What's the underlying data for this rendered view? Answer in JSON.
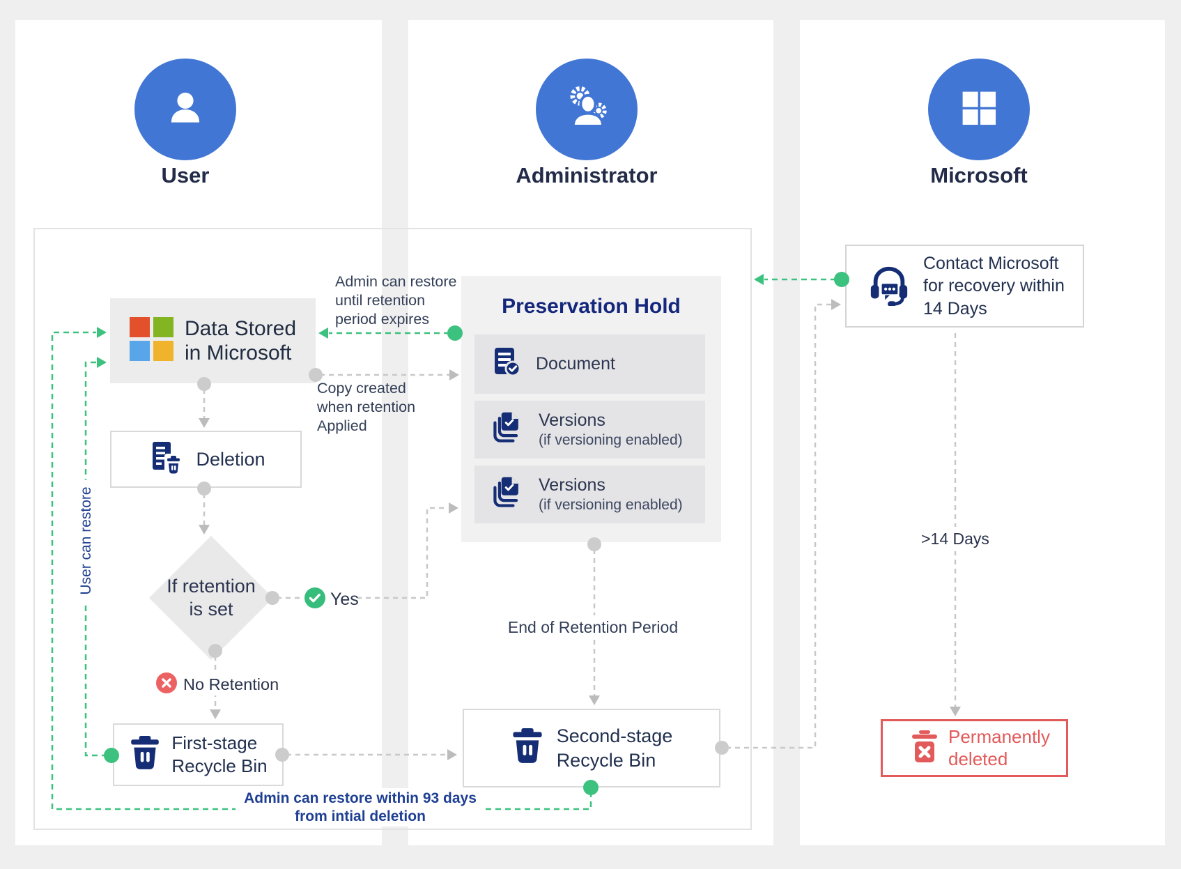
{
  "columns": [
    {
      "label": "User"
    },
    {
      "label": "Administrator"
    },
    {
      "label": "Microsoft"
    }
  ],
  "nodes": {
    "data_stored": {
      "label": "Data Stored\nin Microsoft"
    },
    "deletion": {
      "label": "Deletion"
    },
    "retention_decision": {
      "label": "If retention\nis set"
    },
    "first_stage_bin": {
      "label": "First-stage\nRecycle Bin"
    },
    "second_stage_bin": {
      "label": "Second-stage\nRecycle Bin"
    },
    "preservation_hold": {
      "title": "Preservation Hold",
      "items": [
        {
          "label": "Document",
          "sub": ""
        },
        {
          "label": "Versions",
          "sub": "(if versioning enabled)"
        },
        {
          "label": "Versions",
          "sub": "(if versioning enabled)"
        }
      ]
    },
    "contact_microsoft": {
      "label": "Contact Microsoft\nfor recovery within\n14 Days"
    },
    "permanently_deleted": {
      "label": "Permanently\ndeleted"
    }
  },
  "annotations": {
    "admin_restore_hold": "Admin can restore\nuntil retention\nperiod expires",
    "copy_created": "Copy created\nwhen retention\nApplied",
    "yes": "Yes",
    "no_retention": "No Retention",
    "user_can_restore": "User can restore",
    "end_of_retention": "End of Retention Period",
    "admin_restore_93": "Admin can restore within 93 days\nfrom intial deletion",
    "over_14_days": ">14 Days"
  },
  "colors": {
    "accent_blue": "#4176d5",
    "icon_navy": "#142d75",
    "green": "#3cc17e",
    "red": "#e25a5a",
    "link_blue": "#1e3f92",
    "ms_logo": [
      "#e2502c",
      "#83b422",
      "#58a5e9",
      "#efb42c"
    ]
  }
}
